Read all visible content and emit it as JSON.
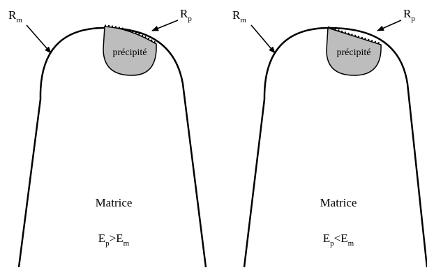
{
  "panels": [
    {
      "matrix_radius": {
        "letter": "R",
        "sub": "m"
      },
      "precipitate_radius": {
        "letter": "R",
        "sub": "p"
      },
      "precipitate_label": "précipité",
      "matrix_label": "Matrice",
      "condition": {
        "a": "E",
        "a_sub": "p",
        "op": ">",
        "b": "E",
        "b_sub": "m"
      }
    },
    {
      "matrix_radius": {
        "letter": "R",
        "sub": "m"
      },
      "precipitate_radius": {
        "letter": "R",
        "sub": "p"
      },
      "precipitate_label": "précipité",
      "matrix_label": "Matrice",
      "condition": {
        "a": "E",
        "a_sub": "p",
        "op": "<",
        "b": "E",
        "b_sub": "m"
      }
    }
  ],
  "colors": {
    "precipitate_fill": "#bdbdbd",
    "stroke": "#000000",
    "background": "#ffffff"
  }
}
